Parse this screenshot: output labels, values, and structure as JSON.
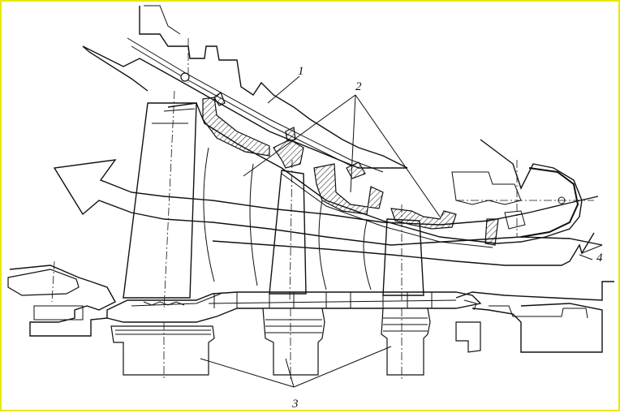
{
  "labels": {
    "part_1": "1",
    "part_2": "2",
    "part_3": "3",
    "part_4": "4"
  },
  "colors": {
    "frame_border": "#e8e800",
    "line": "#111111",
    "background": "#ffffff"
  }
}
